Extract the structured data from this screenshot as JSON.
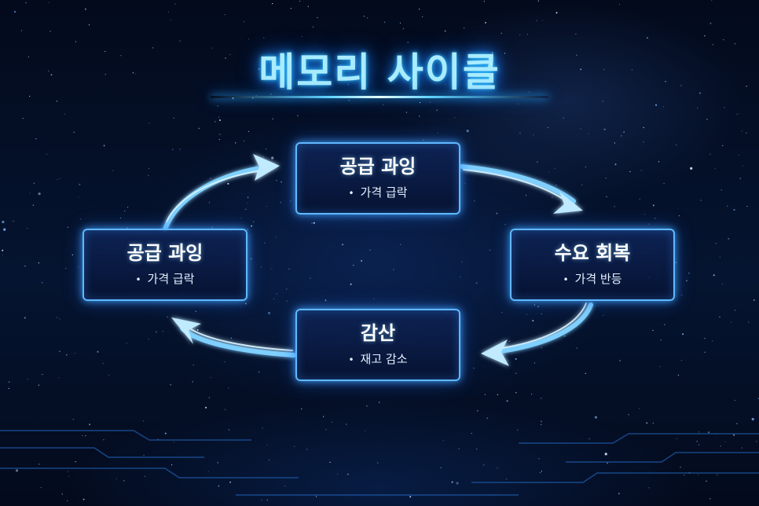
{
  "title": "메모리 사이클",
  "nodes": {
    "top": {
      "title": "공급 과잉",
      "detail": "가격 급락"
    },
    "right": {
      "title": "수요 회복",
      "detail": "가격 반등"
    },
    "bottom": {
      "title": "감산",
      "detail": "재고 감소"
    },
    "left": {
      "title": "공급 과잉",
      "detail": "가격 급락"
    }
  },
  "bullet": "•",
  "colors": {
    "title_glow": "#36c8ff",
    "node_border": "#5fb8ff",
    "arrow": "#7fd0ff",
    "background": "#020816"
  },
  "icons": {
    "arrows": "arrow-icon",
    "bullet": "bullet-dot-icon"
  }
}
